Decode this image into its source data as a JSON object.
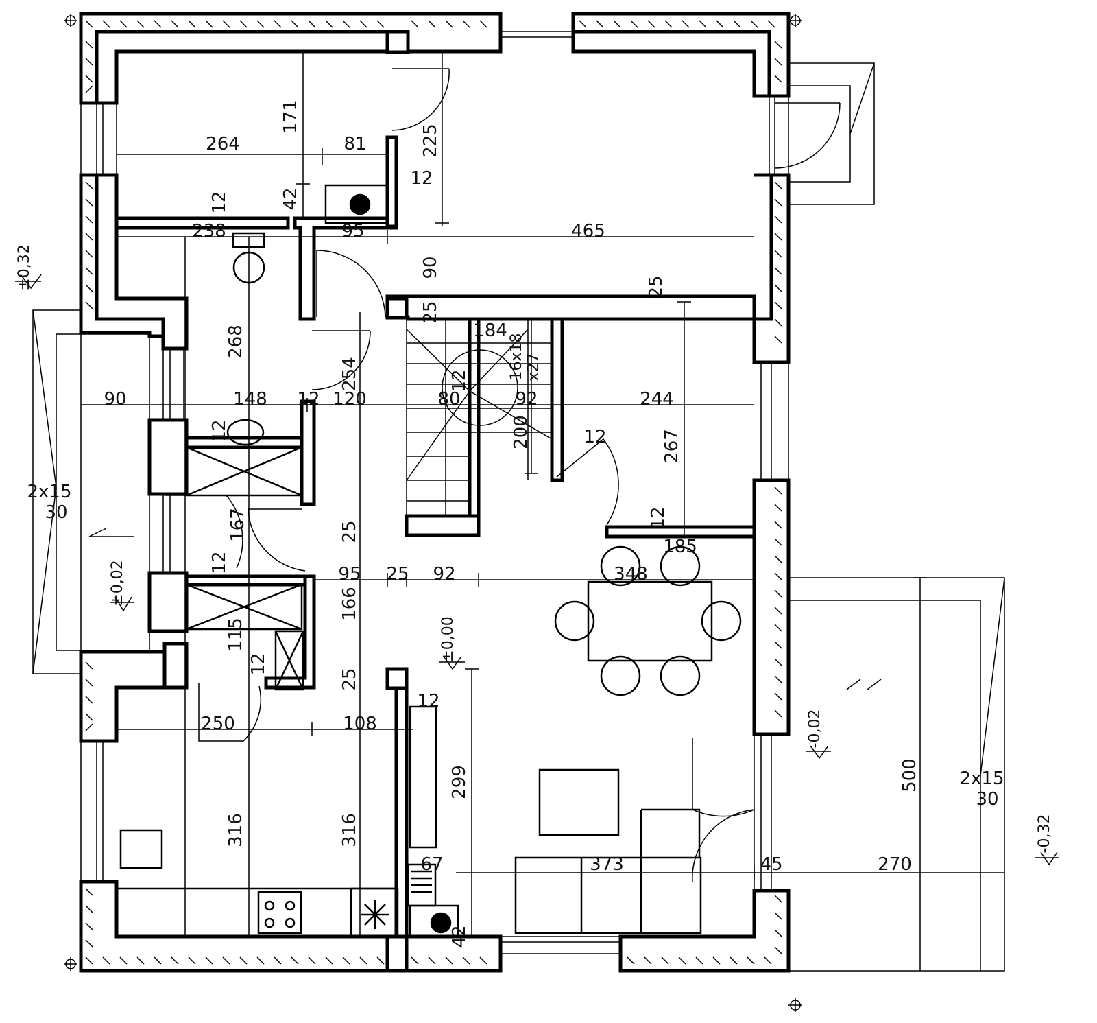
{
  "dimensions": {
    "d_264": "264",
    "d_81": "81",
    "d_171": "171",
    "d_225": "225",
    "d_12_a": "12",
    "d_42": "42",
    "d_12_b": "12",
    "d_238": "238",
    "d_95_a": "95",
    "d_465": "465",
    "d_90_a": "90",
    "d_25_a": "25",
    "d_25_b": "25",
    "d_184": "184",
    "d_16x18": "16x18",
    "d_x27": "x27",
    "d_268": "268",
    "d_254": "254",
    "d_12_c": "12",
    "d_90_b": "90",
    "d_148": "148",
    "d_12_d": "12",
    "d_120": "120",
    "d_80": "80",
    "d_92_a": "92",
    "d_244": "244",
    "d_12_e": "12",
    "d_200": "200",
    "d_12_f": "12",
    "d_267": "267",
    "d_167": "167",
    "d_25_c": "25",
    "d_12_g": "12",
    "d_185": "185",
    "d_12_h": "12",
    "d_95_b": "95",
    "d_25_d": "25",
    "d_92_b": "92",
    "d_348": "348",
    "d_166": "166",
    "d_115": "115",
    "d_12_i": "12",
    "d_25_e": "25",
    "d_12_j": "12",
    "d_250": "250",
    "d_108": "108",
    "d_299": "299",
    "d_316_a": "316",
    "d_316_b": "316",
    "d_67": "67",
    "d_42_b": "42",
    "d_373": "373",
    "d_45": "45",
    "d_270": "270",
    "d_500": "500"
  },
  "levels": {
    "lvl_032_left": "±0,32",
    "lvl_002_left": "±0,02",
    "lvl_000": "±0,00",
    "lvl_002_right": "-0,02",
    "lvl_032_right": "-0,32"
  },
  "steps": {
    "left_top": "2x15",
    "left_bottom": "30",
    "right_top": "2x15",
    "right_bottom": "30"
  }
}
